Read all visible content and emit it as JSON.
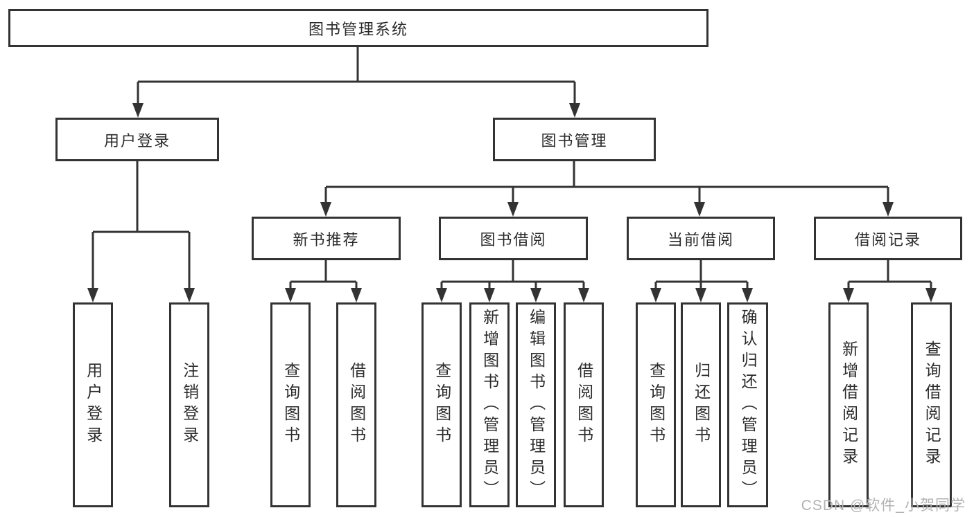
{
  "colors": {
    "line": "#333333",
    "box_border": "#333333",
    "box_background": "#ffffff",
    "text": "#2b2b2b",
    "watermark": "#b3b3b3"
  },
  "watermark": {
    "text": "CSDN @软件_小贺同学"
  },
  "tree": {
    "label": "图书管理系统",
    "children": [
      {
        "label": "用户登录",
        "children": [
          {
            "label": "用户登录"
          },
          {
            "label": "注销登录"
          }
        ]
      },
      {
        "label": "图书管理",
        "children": [
          {
            "label": "新书推荐",
            "children": [
              {
                "label": "查询图书"
              },
              {
                "label": "借阅图书"
              }
            ]
          },
          {
            "label": "图书借阅",
            "children": [
              {
                "label": "查询图书"
              },
              {
                "label": "新增图书（管理员）"
              },
              {
                "label": "编辑图书（管理员）"
              },
              {
                "label": "借阅图书"
              }
            ]
          },
          {
            "label": "当前借阅",
            "children": [
              {
                "label": "查询图书"
              },
              {
                "label": "归还图书"
              },
              {
                "label": "确认归还（管理员）"
              }
            ]
          },
          {
            "label": "借阅记录",
            "children": [
              {
                "label": "新增借阅记录"
              },
              {
                "label": "查询借阅记录"
              }
            ]
          }
        ]
      }
    ]
  }
}
